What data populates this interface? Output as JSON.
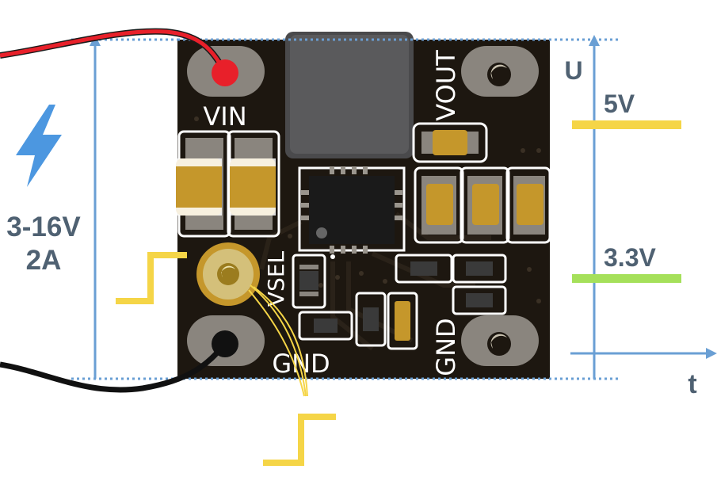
{
  "input": {
    "voltage_label": "3-16V",
    "current_label": "2A",
    "icon": "lightning-bolt-icon"
  },
  "board": {
    "pads": {
      "vin": "VIN",
      "gnd_left": "GND",
      "vout": "VOUT",
      "gnd_right": "GND",
      "vsel": "VSEL"
    }
  },
  "output_graph": {
    "y_axis_label": "U",
    "x_axis_label": "t",
    "levels": [
      {
        "label": "5V",
        "color": "#f5d547"
      },
      {
        "label": "3.3V",
        "color": "#a5e05a"
      }
    ]
  },
  "colors": {
    "pcb": "#1d1710",
    "pad": "#8a857e",
    "wire_positive": "#e8202a",
    "wire_negative": "#111111",
    "guide_line": "#6a9fd4",
    "pulse": "#f5d547",
    "capacitor": "#c5972b"
  }
}
